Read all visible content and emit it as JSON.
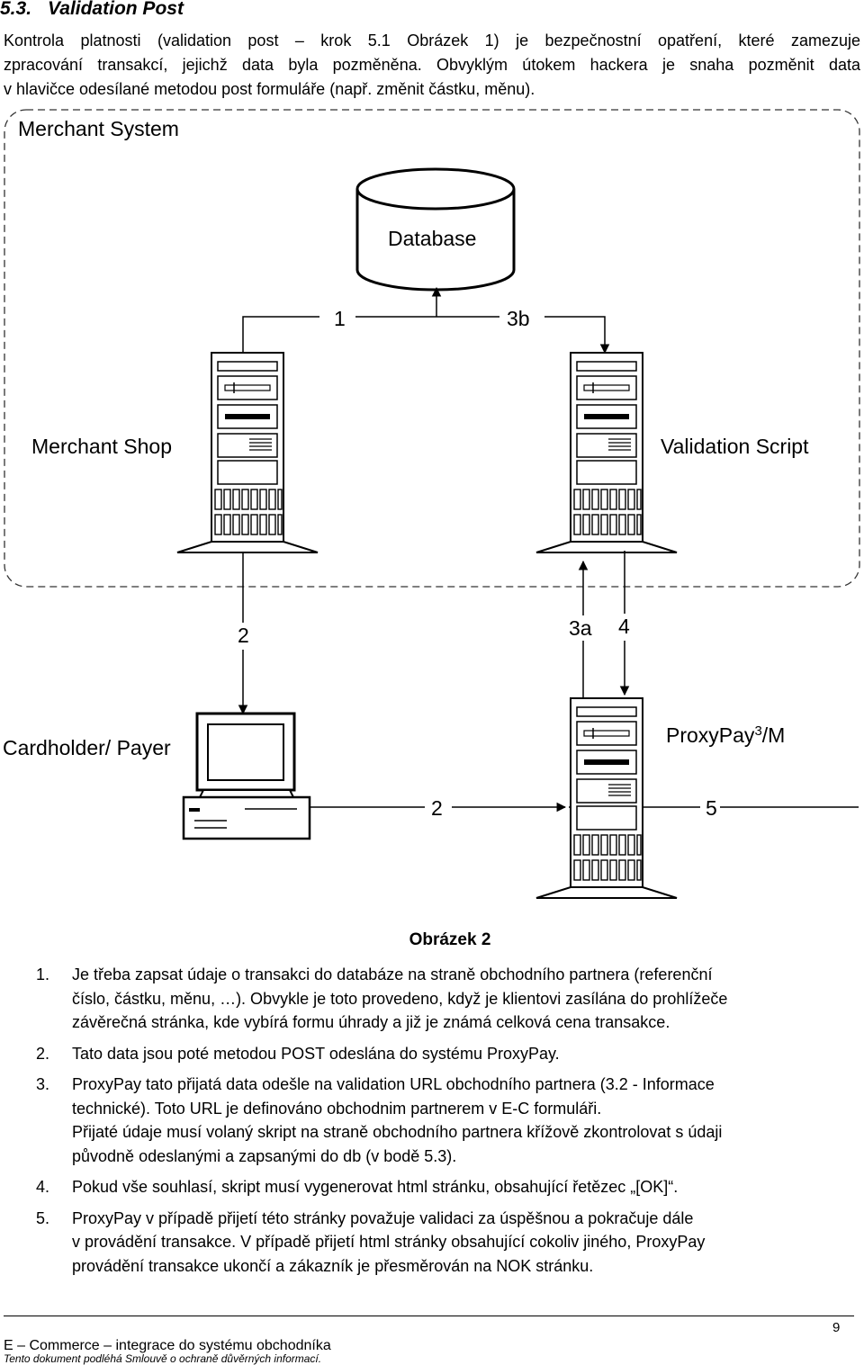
{
  "heading": {
    "number": "5.3.",
    "title": "Validation Post"
  },
  "intro": [
    "Kontrola platnosti (validation post – krok 5.1 Obrázek 1) je bezpečnostní opatření, které zamezuje",
    "zpracování transakcí, jejichž data byla pozměněna. Obvyklým útokem hackera je snaha pozměnit data",
    "v hlavičce odesílané metodou post formuláře (např. změnit částku, měnu)."
  ],
  "diagram": {
    "merchant_system": "Merchant System",
    "database": "Database",
    "merchant_shop": "Merchant Shop",
    "validation_script": "Validation Script",
    "cardholder": "Cardholder/ Payer",
    "proxypay": "ProxyPay",
    "proxypay_sup": "3",
    "proxypay_suffix": "/M",
    "arrows": {
      "a1": "1",
      "a3b": "3b",
      "a2_top": "2",
      "a3a": "3a",
      "a4": "4",
      "a2_bottom": "2",
      "a5": "5"
    }
  },
  "caption": "Obrázek 2",
  "steps": [
    {
      "n": "1.",
      "lines": [
        "Je třeba zapsat údaje o transakci do databáze na straně obchodního partnera (referenční",
        "číslo, částku, měnu, …). Obvykle je toto provedeno, když je klientovi zasílána do prohlížeče",
        "závěrečná stránka, kde vybírá formu úhrady a již je známá celková cena transakce."
      ]
    },
    {
      "n": "2.",
      "lines": [
        "Tato data jsou poté metodou POST odeslána do systému ProxyPay."
      ]
    },
    {
      "n": "3.",
      "lines": [
        "ProxyPay tato přijatá data odešle na validation URL obchodního partnera (3.2 - Informace",
        "technické). Toto URL je definováno obchodnim partnerem v E-C formuláři.",
        "Přijaté údaje musí volaný skript na straně obchodního partnera křížově zkontrolovat s údaji",
        "původně odeslanými a zapsanými do db (v bodě 5.3)."
      ]
    },
    {
      "n": "4.",
      "lines": [
        "Pokud vše souhlasí, skript musí vygenerovat html stránku, obsahující řetězec „[OK]“."
      ]
    },
    {
      "n": "5.",
      "lines": [
        "ProxyPay v případě přijetí této stránky považuje validaci za úspěšnou a pokračuje dále",
        "v provádění transakce. V případě přijetí html stránky obsahující cokoliv jiného, ProxyPay",
        "provádění transakce ukončí a zákazník je přesměrován na NOK stránku."
      ]
    }
  ],
  "footer": {
    "page_number": "9",
    "title": "E – Commerce – integrace do systému obchodníka",
    "note": "Tento dokument podléhá Smlouvě o ochraně důvěrných informací."
  }
}
